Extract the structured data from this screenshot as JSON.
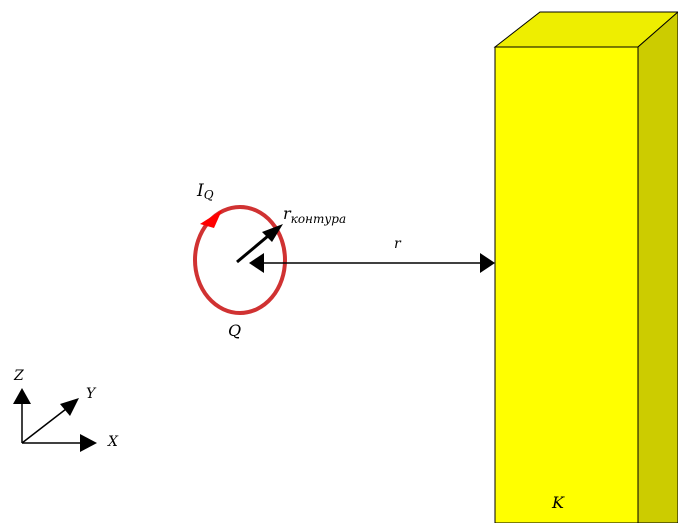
{
  "labels": {
    "current": "I",
    "current_sub": "Q",
    "loop_radius": "r",
    "loop_radius_sub": "контура",
    "distance": "r",
    "loop": "Q",
    "body": "K",
    "axis_z": "Z",
    "axis_y": "Y",
    "axis_x": "X"
  },
  "colors": {
    "loop": "#d03232",
    "current_arrow": "#ff0000",
    "box_front": "#ffff00",
    "box_side": "#cccc00",
    "box_top": "#eeee00",
    "line": "#000000"
  }
}
